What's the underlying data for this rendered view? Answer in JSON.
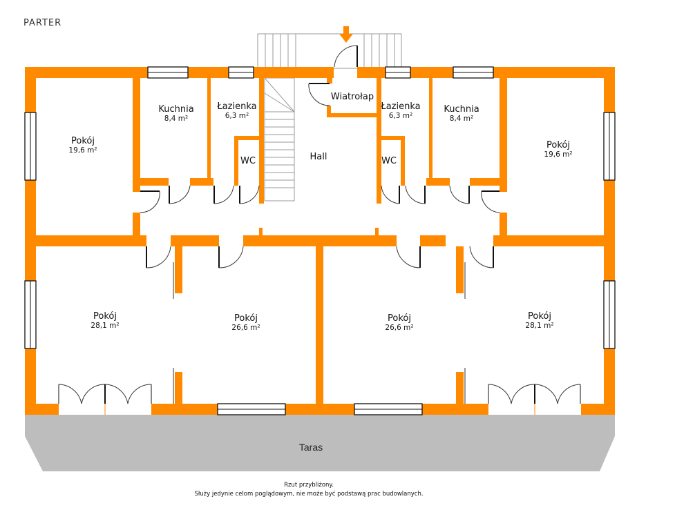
{
  "plan": {
    "title": "PARTER",
    "colors": {
      "wall": "#ff8a00",
      "terrace": "#bdbdbd",
      "background": "#ffffff",
      "entrance_arrow": "#ff8a00"
    },
    "rooms": [
      {
        "id": "pokoj-nw",
        "name": "Pokój",
        "area": "19,6 m²"
      },
      {
        "id": "kuchnia-w",
        "name": "Kuchnia",
        "area": "8,4 m²"
      },
      {
        "id": "lazienka-w",
        "name": "Łazienka",
        "area": "6,3 m²"
      },
      {
        "id": "wc-w",
        "name": "WC",
        "area": ""
      },
      {
        "id": "hall",
        "name": "Hall",
        "area": ""
      },
      {
        "id": "wiatrolap",
        "name": "Wiatrołap",
        "area": ""
      },
      {
        "id": "lazienka-e",
        "name": "Łazienka",
        "area": "6,3 m²"
      },
      {
        "id": "wc-e",
        "name": "WC",
        "area": ""
      },
      {
        "id": "kuchnia-e",
        "name": "Kuchnia",
        "area": "8,4 m²"
      },
      {
        "id": "pokoj-ne",
        "name": "Pokój",
        "area": "19,6 m²"
      },
      {
        "id": "pokoj-sw",
        "name": "Pokój",
        "area": "28,1 m²"
      },
      {
        "id": "pokoj-sc1",
        "name": "Pokój",
        "area": "26,6 m²"
      },
      {
        "id": "pokoj-sc2",
        "name": "Pokój",
        "area": "26,6 m²"
      },
      {
        "id": "pokoj-se",
        "name": "Pokój",
        "area": "28,1 m²"
      }
    ],
    "terrace": {
      "name": "Taras"
    },
    "disclaimer": {
      "line1": "Rzut przybliżony.",
      "line2": "Służy jedynie celom poglądowym, nie może być podstawą prac budowlanych."
    }
  }
}
